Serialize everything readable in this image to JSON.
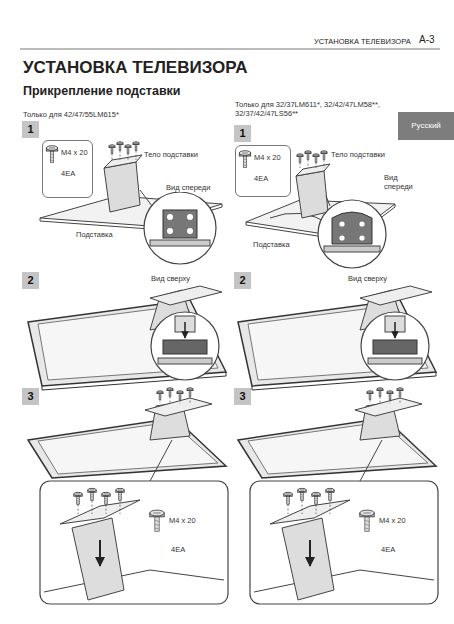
{
  "diagram": {
    "title": "УСТАНОВКА ТЕЛЕВИЗОРА",
    "nodes": [
      {
        "text": [
          "1"
        ]
      },
      {
        "text": [
          "M4 x 20",
          "4EA"
        ]
      },
      {
        "text": [
          "1"
        ]
      },
      {
        "text": [
          "M4 x 20",
          "4EA"
        ]
      },
      {
        "text": [
          "Русский"
        ]
      },
      {
        "text": [
          "2"
        ]
      },
      {
        "text": [
          "2"
        ]
      },
      {
        "text": [
          "3"
        ]
      },
      {
        "text": [
          "3"
        ]
      }
    ],
    "labels": [
      "УСТАНОВКА ТЕЛЕВИЗОРА",
      "A-3",
      "Прикрепление подставки",
      "Только для 42/47/55LM615*",
      "Только для 32/37LM611*, 32/42/47LM58**, 32/37/42/47LS56**",
      "Тело подставки",
      "Вид спереди",
      "Подставка",
      "Тело подставки",
      "Вид спереди",
      "Подставка",
      "Вид сверху",
      "Вид сверху",
      "M4 x 20",
      "4EA",
      "M4 x 20",
      "4EA"
    ]
  }
}
